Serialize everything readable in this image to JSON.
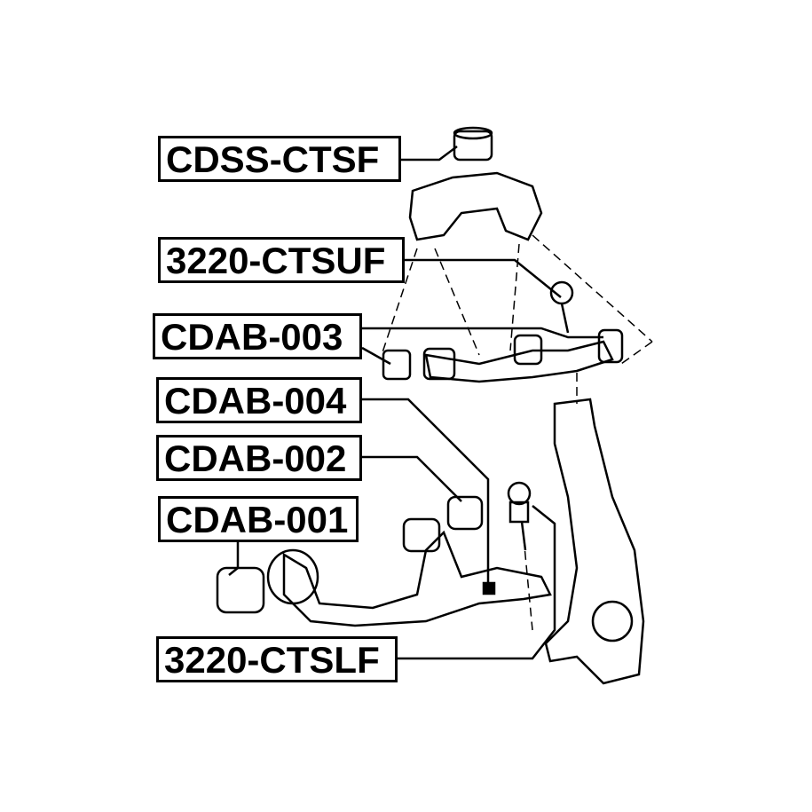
{
  "labels": {
    "cdss_ctsf": "CDSS-CTSF",
    "u3220_ctsuf": "3220-CTSUF",
    "cdab_003": "CDAB-003",
    "cdab_004": "CDAB-004",
    "cdab_002": "CDAB-002",
    "cdab_001": "CDAB-001",
    "u3220_ctslf": "3220-CTSLF"
  }
}
